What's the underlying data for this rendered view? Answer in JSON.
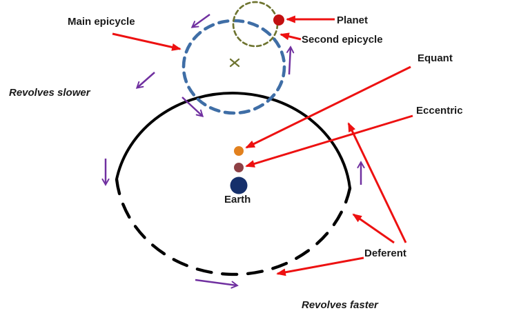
{
  "labels": {
    "main_epicycle": "Main epicycle",
    "planet": "Planet",
    "second_epicycle": "Second epicycle",
    "equant": "Equant",
    "eccentric": "Eccentric",
    "deferent": "Deferent",
    "earth": "Earth",
    "revolves_slower": "Revolves slower",
    "revolves_faster": "Revolves faster"
  },
  "colors": {
    "annotation_arrow": "#ed1111",
    "rotation_arrow": "#7030a0",
    "deferent_stroke": "#000000",
    "main_epicycle_stroke": "#3f6ea6",
    "second_epicycle_stroke": "#6e7430",
    "planet_fill": "#c21010",
    "equant_fill": "#e2811e",
    "eccentric_fill": "#8e4045",
    "earth_fill": "#16306b",
    "label_text": "#1a1a1a"
  }
}
